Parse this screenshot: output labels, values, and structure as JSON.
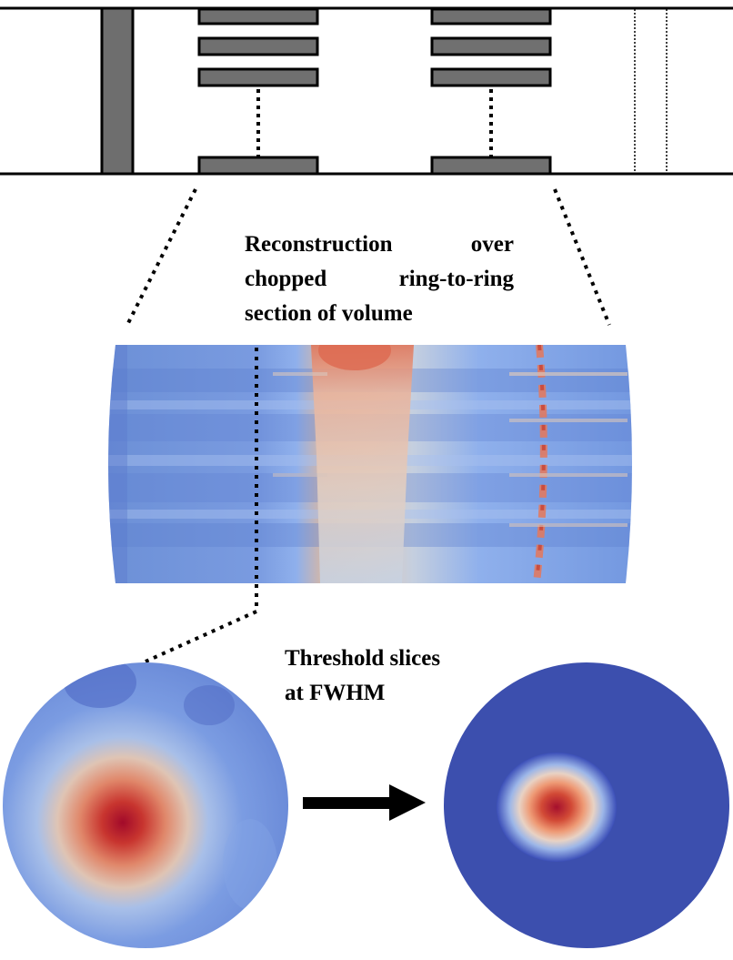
{
  "captions": {
    "reconstruction": {
      "line1": "Reconstruction    over",
      "line2": "chopped   ring-to-ring",
      "line3": "section of volume"
    },
    "threshold": {
      "line1": "Threshold slices",
      "line2": "at FWHM"
    }
  },
  "colors": {
    "detector_gray": "#707070",
    "outline": "#000000",
    "low": "#3b4cc0",
    "mid": "#dddddd",
    "high": "#b40426"
  }
}
